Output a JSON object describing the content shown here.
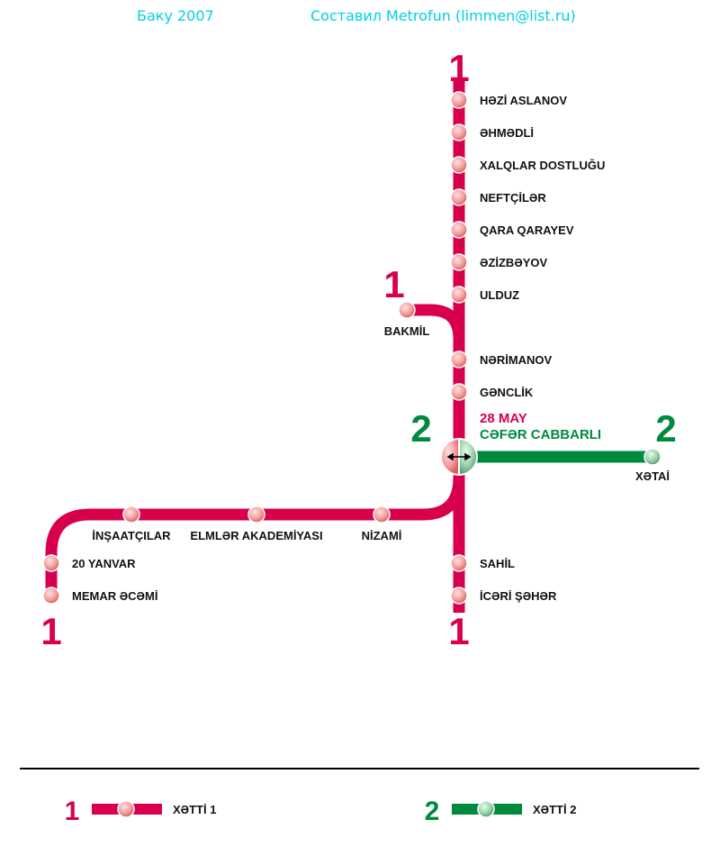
{
  "header": {
    "left": "Баку 2007",
    "right": "Составил Metrofun (limmen@list.ru)"
  },
  "colors": {
    "line1": "#d8004c",
    "line2": "#008a3e",
    "header": "#00d0e0"
  },
  "line_numbers": {
    "line1": "1",
    "line2": "2"
  },
  "stations": {
    "north": [
      "HƏZİ ASLANOV",
      "ƏHMƏDLİ",
      "XALQLAR DOSTLUĞU",
      "NEFTÇİLƏR",
      "QARA QARAYEV",
      "ƏZİZBƏYOV",
      "ULDUZ",
      "NƏRİMANOV",
      "GƏNCLİK"
    ],
    "bakmil": "BAKMİL",
    "interchange": {
      "line1_name": "28 MAY",
      "line2_name": "CƏFƏR CABBARLI",
      "icon": "transfer-arrows-icon"
    },
    "south": [
      "SAHİL",
      "İCƏRİ ŞƏHƏR"
    ],
    "west_horizontal": [
      "NİZAMİ",
      "ELMLƏR AKADEMİYASI",
      "İNŞAATÇILAR"
    ],
    "west_vertical": [
      "20 YANVAR",
      "MEMAR ƏCƏMİ"
    ],
    "line2_terminal": "XƏTAİ"
  },
  "legend": {
    "line1_label": "XƏTTİ 1",
    "line2_label": "XƏTTİ 2"
  }
}
